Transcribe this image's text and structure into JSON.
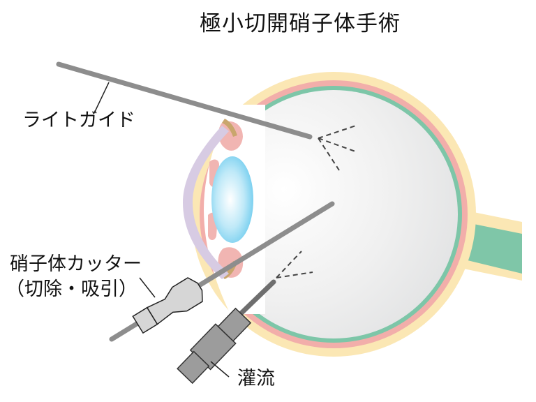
{
  "title": "極小切開硝子体手術",
  "labels": {
    "light_guide": "ライトガイド",
    "vitreous_cutter_line1": "硝子体カッター",
    "vitreous_cutter_line2": "（切除・吸引）",
    "irrigation": "灌流"
  },
  "colors": {
    "outer_layer": "#fbe7b4",
    "pink_layer": "#f2aeaa",
    "retina_green": "#7dc6a8",
    "vitreous_body": "#e8e9ea",
    "cornea": "#d7cbe3",
    "lens": "#7fd0ef",
    "iris": "#f1b5b2",
    "instrument_gray": "#8d8d8d",
    "instrument_dark": "#6e6e6e",
    "optic_nerve": "#7fc6a8",
    "text": "#111111"
  }
}
